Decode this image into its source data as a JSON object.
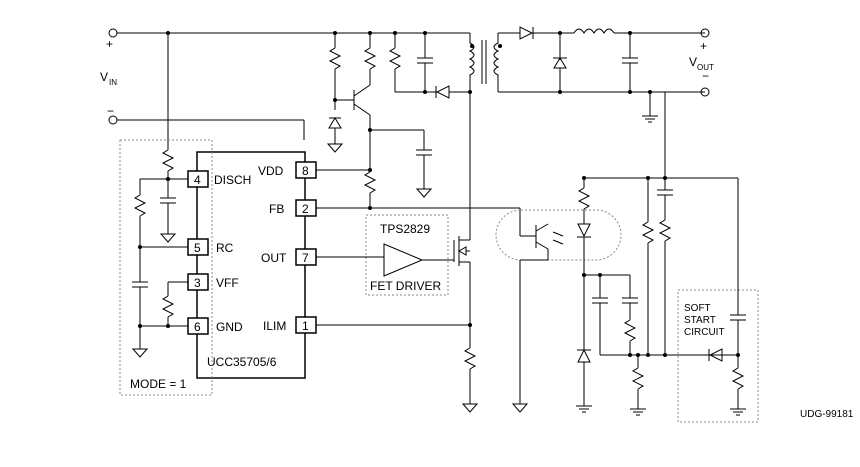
{
  "supply": {
    "plus": "+",
    "minus": "−",
    "vin": "V",
    "vin_sub": "IN"
  },
  "output": {
    "plus": "+",
    "minus": "−",
    "vout": "V",
    "vout_sub": "OUT"
  },
  "ic": {
    "part": "UCC35705/6",
    "pins": [
      {
        "num": "8",
        "name": "VDD"
      },
      {
        "num": "2",
        "name": "FB"
      },
      {
        "num": "7",
        "name": "OUT"
      },
      {
        "num": "1",
        "name": "ILIM"
      },
      {
        "num": "4",
        "name": "DISCH"
      },
      {
        "num": "5",
        "name": "RC"
      },
      {
        "num": "3",
        "name": "VFF"
      },
      {
        "num": "6",
        "name": "GND"
      }
    ]
  },
  "driver": {
    "part": "TPS2829",
    "label": "FET DRIVER"
  },
  "mode_label": "MODE = 1",
  "soft_start": [
    "SOFT",
    "START",
    "CIRCUIT"
  ],
  "drawing_id": "UDG-99181"
}
